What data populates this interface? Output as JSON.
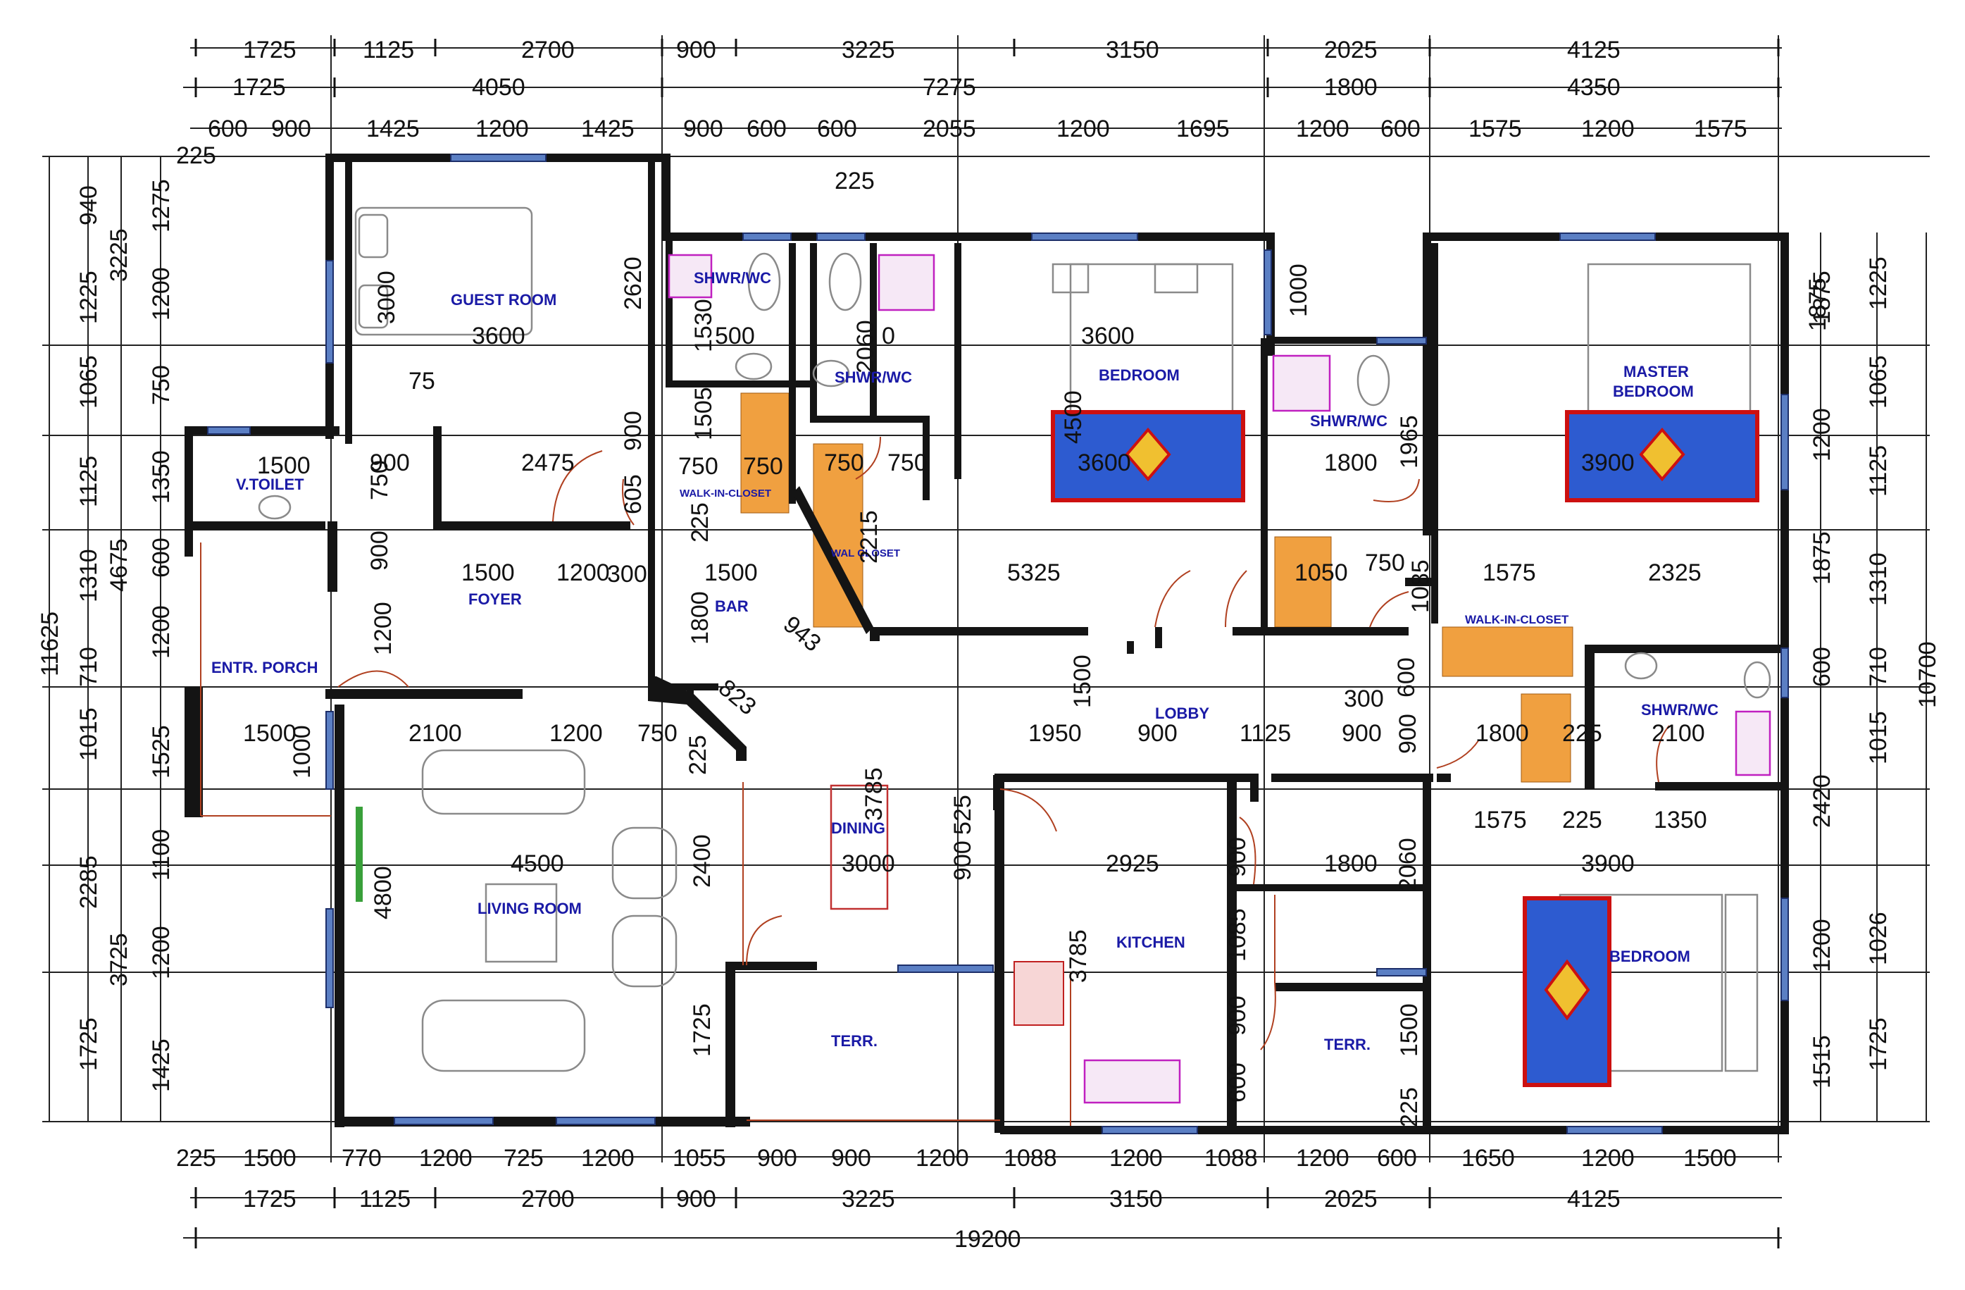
{
  "rooms": {
    "guest_room": "GUEST ROOM",
    "shwr_wc_1": "SHWR/WC",
    "shwr_wc_2": "SHWR/WC",
    "bedroom_1": "BEDROOM",
    "shwr_wc_3": "SHWR/WC",
    "master_bedroom_line1": "MASTER",
    "master_bedroom_line2": "BEDROOM",
    "v_toilet": "V.TOILET",
    "walk_in_closet_1": "WALK-IN-CLOSET",
    "walk_in_closet_2": "WALK-IN-CLOSET",
    "wal_closet": "WAL CLOSET",
    "foyer": "FOYER",
    "bar": "BAR",
    "entr_porch": "ENTR. PORCH",
    "lobby": "LOBBY",
    "shwr_wc_4": "SHWR/WC",
    "dining": "DINING",
    "living_room": "LIVING ROOM",
    "kitchen": "KITCHEN",
    "bedroom_2": "BEDROOM",
    "terr_1": "TERR.",
    "terr_2": "TERR."
  },
  "dims": {
    "top_row1": [
      "1725",
      "1125",
      "2700",
      "900",
      "3225",
      "3150",
      "2025",
      "4125"
    ],
    "top_row2": [
      "1725",
      "4050",
      "7275",
      "1800",
      "4350"
    ],
    "top_row3": [
      "600",
      "900",
      "1425",
      "1200",
      "1425",
      "900",
      "600",
      "600",
      "2055",
      "1200",
      "1695",
      "1200",
      "600",
      "1575",
      "1200",
      "1575"
    ],
    "bottom_row1": [
      "225",
      "1500",
      "770",
      "1200",
      "725",
      "1200",
      "1055",
      "900",
      "900",
      "1200",
      "1088",
      "1200",
      "1088",
      "1200",
      "600",
      "1650",
      "1200",
      "1500"
    ],
    "bottom_row2": [
      "1725",
      "1125",
      "2700",
      "900",
      "3225",
      "3150",
      "2025",
      "4125"
    ],
    "bottom_total": "19200",
    "left_total": "11625",
    "left_mid": [
      "3225",
      "4675",
      "3725"
    ],
    "left_row1": [
      "940",
      "1225",
      "1065",
      "1125",
      "1310",
      "710",
      "1015",
      "2285",
      "1725"
    ],
    "left_row2": [
      "1275",
      "1200",
      "750",
      "1350",
      "600",
      "1200",
      "1525",
      "1100",
      "1200",
      "1425"
    ],
    "right_total": "10700",
    "right_row1": [
      "1225",
      "1065",
      "1125",
      "1310",
      "710",
      "1015",
      "1026",
      "1725"
    ],
    "right_row2": [
      "1875",
      "1200",
      "1875",
      "600",
      "2420",
      "1200",
      "1515"
    ],
    "interior": {
      "d225a": "225",
      "d225b": "225",
      "d75": "75",
      "d3000": "3000",
      "d3600a": "3600",
      "d2620": "2620",
      "d1530": "1530",
      "d500": "500",
      "d2060a": "2060",
      "d0": "0",
      "d3600b": "3600",
      "d1000": "1000",
      "d4500a": "4500",
      "d1875": "1875",
      "d1500a": "1500",
      "d900a": "900",
      "d2475": "2475",
      "d900b": "900",
      "d605": "605",
      "d750a": "750",
      "d750b": "750",
      "d1505": "1505",
      "d750c": "750",
      "d750d": "750",
      "d3600c": "3600",
      "d1800a": "1800",
      "d1965": "1965",
      "d3900a": "3900",
      "d750e": "750",
      "d900c": "900",
      "d2215": "2215",
      "d225c": "225",
      "d1500b": "1500",
      "d1200a": "1200",
      "d300a": "300",
      "d1500c": "1500",
      "d5325": "5325",
      "d1050": "1050",
      "d750f": "750",
      "d1085a": "1085",
      "d1575a": "1575",
      "d2325": "2325",
      "d1200b": "1200",
      "d1800b": "1800",
      "d943": "943",
      "d823": "823",
      "d1500d": "1500",
      "d300b": "300",
      "d600": "600",
      "d1500e": "1500",
      "d1000b": "1000",
      "d2100a": "2100",
      "d1200c": "1200",
      "d750g": "750",
      "d225d": "225",
      "d1950": "1950",
      "d900e": "900",
      "d1125": "1125",
      "d900f": "900",
      "d900g": "900",
      "d1800c": "1800",
      "d225e": "225",
      "d2100b": "2100",
      "d3785a": "3785",
      "d525": "525",
      "d1575b": "1575",
      "d225f": "225",
      "d1350": "1350",
      "d4500b": "4500",
      "d2400": "2400",
      "d3000b": "3000",
      "d900h": "900",
      "d2925": "2925",
      "d900i": "900",
      "d1800d": "1800",
      "d2060b": "2060",
      "d3900b": "3900",
      "d4800": "4800",
      "d3785b": "3785",
      "d1085b": "1085",
      "d1725": "1725",
      "d900j": "900",
      "d1500f": "1500",
      "d600b": "600",
      "d225g": "225"
    }
  }
}
